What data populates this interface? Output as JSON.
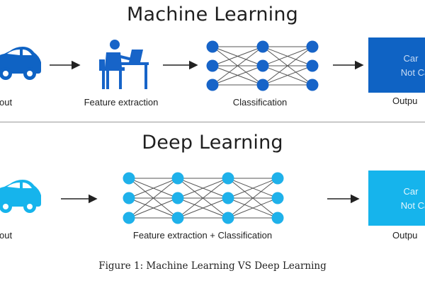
{
  "colors": {
    "ml_blue": "#0f63c4",
    "dl_blue": "#16b4ec",
    "node_ml": "#1764c8",
    "node_dl": "#1fb1ea",
    "arrow": "#222222",
    "edge": "#555555"
  },
  "icons": {
    "car": "car-icon",
    "person": "person-at-computer-icon",
    "network": "neural-network-icon"
  },
  "machine_learning": {
    "title": "Machine Learning",
    "input_label": "out",
    "feature_label": "Feature extraction",
    "classification_label": "Classification",
    "output_label": "Outpu",
    "output_car": "Car",
    "output_not_car": "Not Ca"
  },
  "deep_learning": {
    "title": "Deep Learning",
    "input_label": "out",
    "combined_label": "Feature extraction + Classification",
    "output_label": "Outpu",
    "output_car": "Car",
    "output_not_car": "Not Ca"
  },
  "caption": "Figure 1: Machine Learning VS Deep Learning"
}
